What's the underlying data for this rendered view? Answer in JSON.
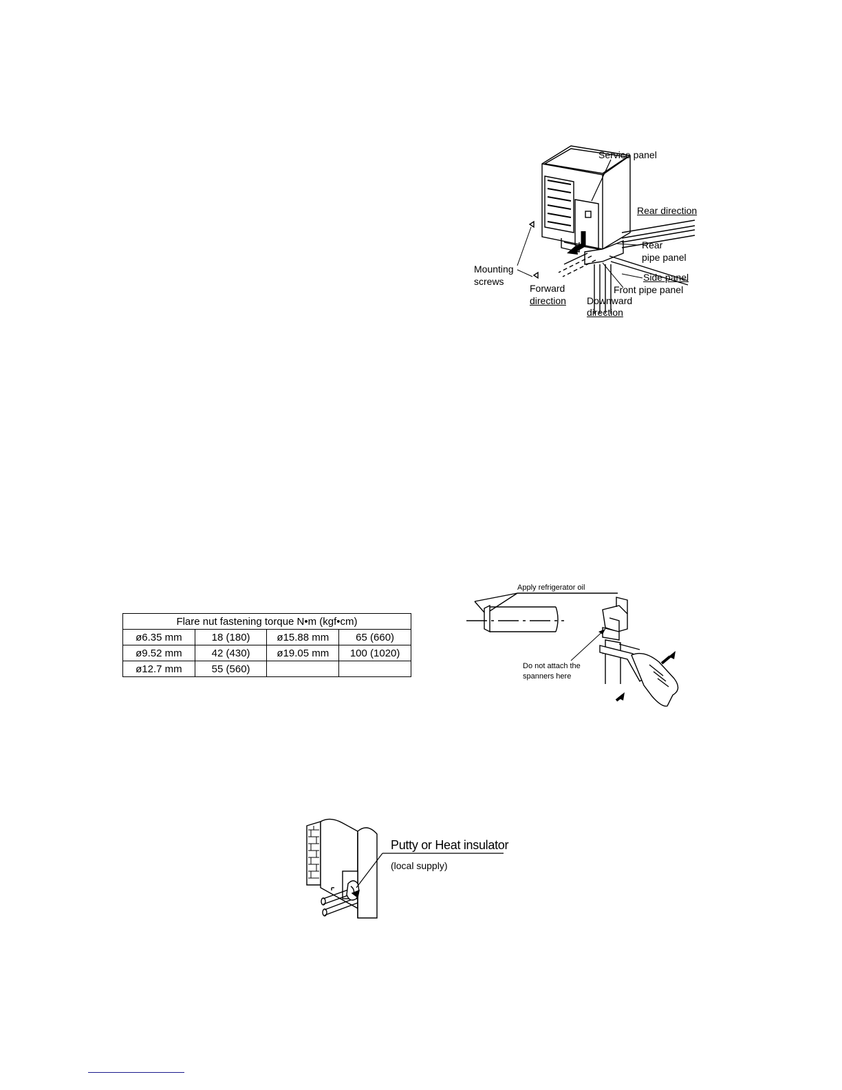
{
  "figure_outdoor_unit": {
    "service_panel": "Service panel",
    "rear_direction": "Rear direction",
    "rear_pipe_panel_1": "Rear",
    "rear_pipe_panel_2": "pipe panel",
    "mounting_screws_1": "Mounting",
    "mounting_screws_2": "screws",
    "side_panel": "Side panel",
    "front_pipe_panel": "Front pipe panel",
    "forward_direction_1": "Forward",
    "forward_direction_2": "direction",
    "downward_direction_1": "Downward",
    "downward_direction_2": "direction"
  },
  "torque_table": {
    "title": "Flare nut fastening torque N•m (kgf•cm)",
    "rows": [
      [
        "ø6.35 mm",
        "18 (180)",
        "ø15.88 mm",
        "65 (660)"
      ],
      [
        "ø9.52 mm",
        "42 (430)",
        "ø19.05 mm",
        "100 (1020)"
      ],
      [
        "ø12.7 mm",
        "55 (560)",
        "",
        ""
      ]
    ]
  },
  "figure_flare": {
    "apply_oil": "Apply refrigerator oil",
    "no_spanner_1": "Do not attach the",
    "no_spanner_2": "spanners here"
  },
  "figure_putty": {
    "title": "Putty or Heat insulator",
    "subtitle": "(local supply)"
  }
}
